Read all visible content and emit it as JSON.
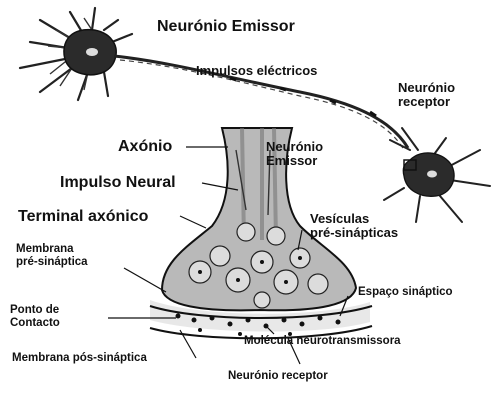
{
  "labels": {
    "emitter_top": "Neurónio Emissor",
    "impulses": "Impulsos eléctricos",
    "receptor_right": "Neurónio\nreceptor",
    "axon": "Axónio",
    "emitter_mid": "Neurónio\nEmissor",
    "neural_impulse": "Impulso Neural",
    "axon_terminal": "Terminal axónico",
    "vesicles": "Vesículas\npré-sinápticas",
    "pre_membrane": "Membrana\npré-sináptica",
    "synaptic_space": "Espaço sináptico",
    "contact_point": "Ponto de\nContacto",
    "neurotransmitter": "Molécula neurotransmissora",
    "post_membrane": "Membrana pós-sináptica",
    "receptor_bottom": "Neurónio receptor"
  },
  "colors": {
    "ink": "#111111",
    "cell_body": "#2b2b2b",
    "terminal_fill": "#b9b9b9",
    "vesicle_fill": "#dcdcdc",
    "cleft_fill": "#e8e8e8"
  }
}
